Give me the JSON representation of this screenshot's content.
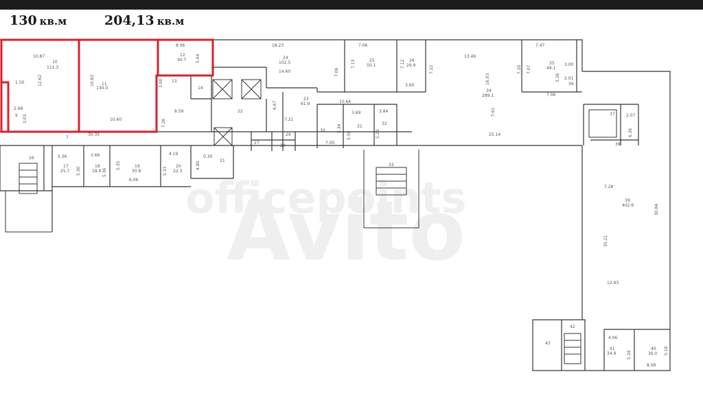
{
  "header": {
    "area_1": {
      "value": "130",
      "unit": "кв.м"
    },
    "area_2": {
      "value": "204,13",
      "unit": "кв.м"
    }
  },
  "watermark": {
    "text": "officepoints"
  },
  "colors": {
    "highlight": "#d9202b",
    "wall": "#333333",
    "dim": "#7a7a7a"
  },
  "rooms": [
    {
      "id": "10",
      "area": "111.3",
      "dims": [
        "10.87",
        "12.62",
        "1.50"
      ]
    },
    {
      "id": "11",
      "area": "134.0",
      "dims": [
        "10.82",
        "10.60"
      ]
    },
    {
      "id": "12",
      "area": "40.7",
      "dims": [
        "8.06",
        "5.04"
      ]
    },
    {
      "id": "9",
      "dims": [
        "2.68",
        "3.03"
      ]
    },
    {
      "id": "13",
      "dims": [
        "3.00"
      ]
    },
    {
      "id": "14"
    },
    {
      "id": "22",
      "dims": [
        "8.59",
        "7.26"
      ]
    },
    {
      "id": "23",
      "area": "61.9",
      "dims": [
        "6.67",
        "7.21"
      ]
    },
    {
      "id": "24",
      "area": "102.5",
      "dims": [
        "18.23",
        "14.60",
        "7.06"
      ]
    },
    {
      "id": "25",
      "area": "50.1",
      "dims": [
        "7.06",
        "7.13"
      ]
    },
    {
      "id": "26",
      "area": "29.9",
      "dims": [
        "7.12",
        "3.60"
      ]
    },
    {
      "id": "34",
      "area": "289.1",
      "dims": [
        "13.46",
        "7.22",
        "16.03",
        "7.61",
        "25.14"
      ]
    },
    {
      "id": "35",
      "area": "49.1",
      "dims": [
        "7.47",
        "7.07",
        "7.20",
        "7.06"
      ]
    },
    {
      "id": "36",
      "dims": [
        "3.00",
        "2.01",
        "3.26"
      ]
    },
    {
      "id": "30",
      "dims": [
        "7.00",
        "5.34"
      ]
    },
    {
      "id": "31",
      "dims": [
        "3.69",
        "5.50"
      ]
    },
    {
      "id": "32",
      "dims": [
        "3.84",
        "5.29"
      ]
    },
    {
      "id": "27"
    },
    {
      "id": "28"
    },
    {
      "id": "29"
    },
    {
      "id": "37",
      "dims": [
        "2.07"
      ]
    },
    {
      "id": "38",
      "dims": [
        "6.36"
      ]
    },
    {
      "id": "16"
    },
    {
      "id": "17",
      "area": "25.7",
      "dims": [
        "5.36",
        "5.30"
      ]
    },
    {
      "id": "18",
      "area": "18.9",
      "dims": [
        "3.66",
        "5.36"
      ]
    },
    {
      "id": "19",
      "area": "30.8",
      "dims": [
        "5.35",
        "6.06"
      ]
    },
    {
      "id": "20",
      "area": "22.3",
      "dims": [
        "4.19",
        "5.33"
      ]
    },
    {
      "id": "21",
      "dims": [
        "0.30",
        "4.80"
      ]
    },
    {
      "id": "33"
    },
    {
      "id": "39",
      "area": "402.6",
      "dims": [
        "7.28",
        "30.84",
        "35.21",
        "12.93"
      ]
    },
    {
      "id": "40",
      "area": "36.0",
      "dims": [
        "5.18",
        "8.09"
      ]
    },
    {
      "id": "41",
      "area": "34.9",
      "dims": [
        "4.06",
        "5.24"
      ]
    },
    {
      "id": "42"
    },
    {
      "id": "43"
    }
  ],
  "corridor_dims": [
    "7",
    "30.35",
    "10.66"
  ]
}
